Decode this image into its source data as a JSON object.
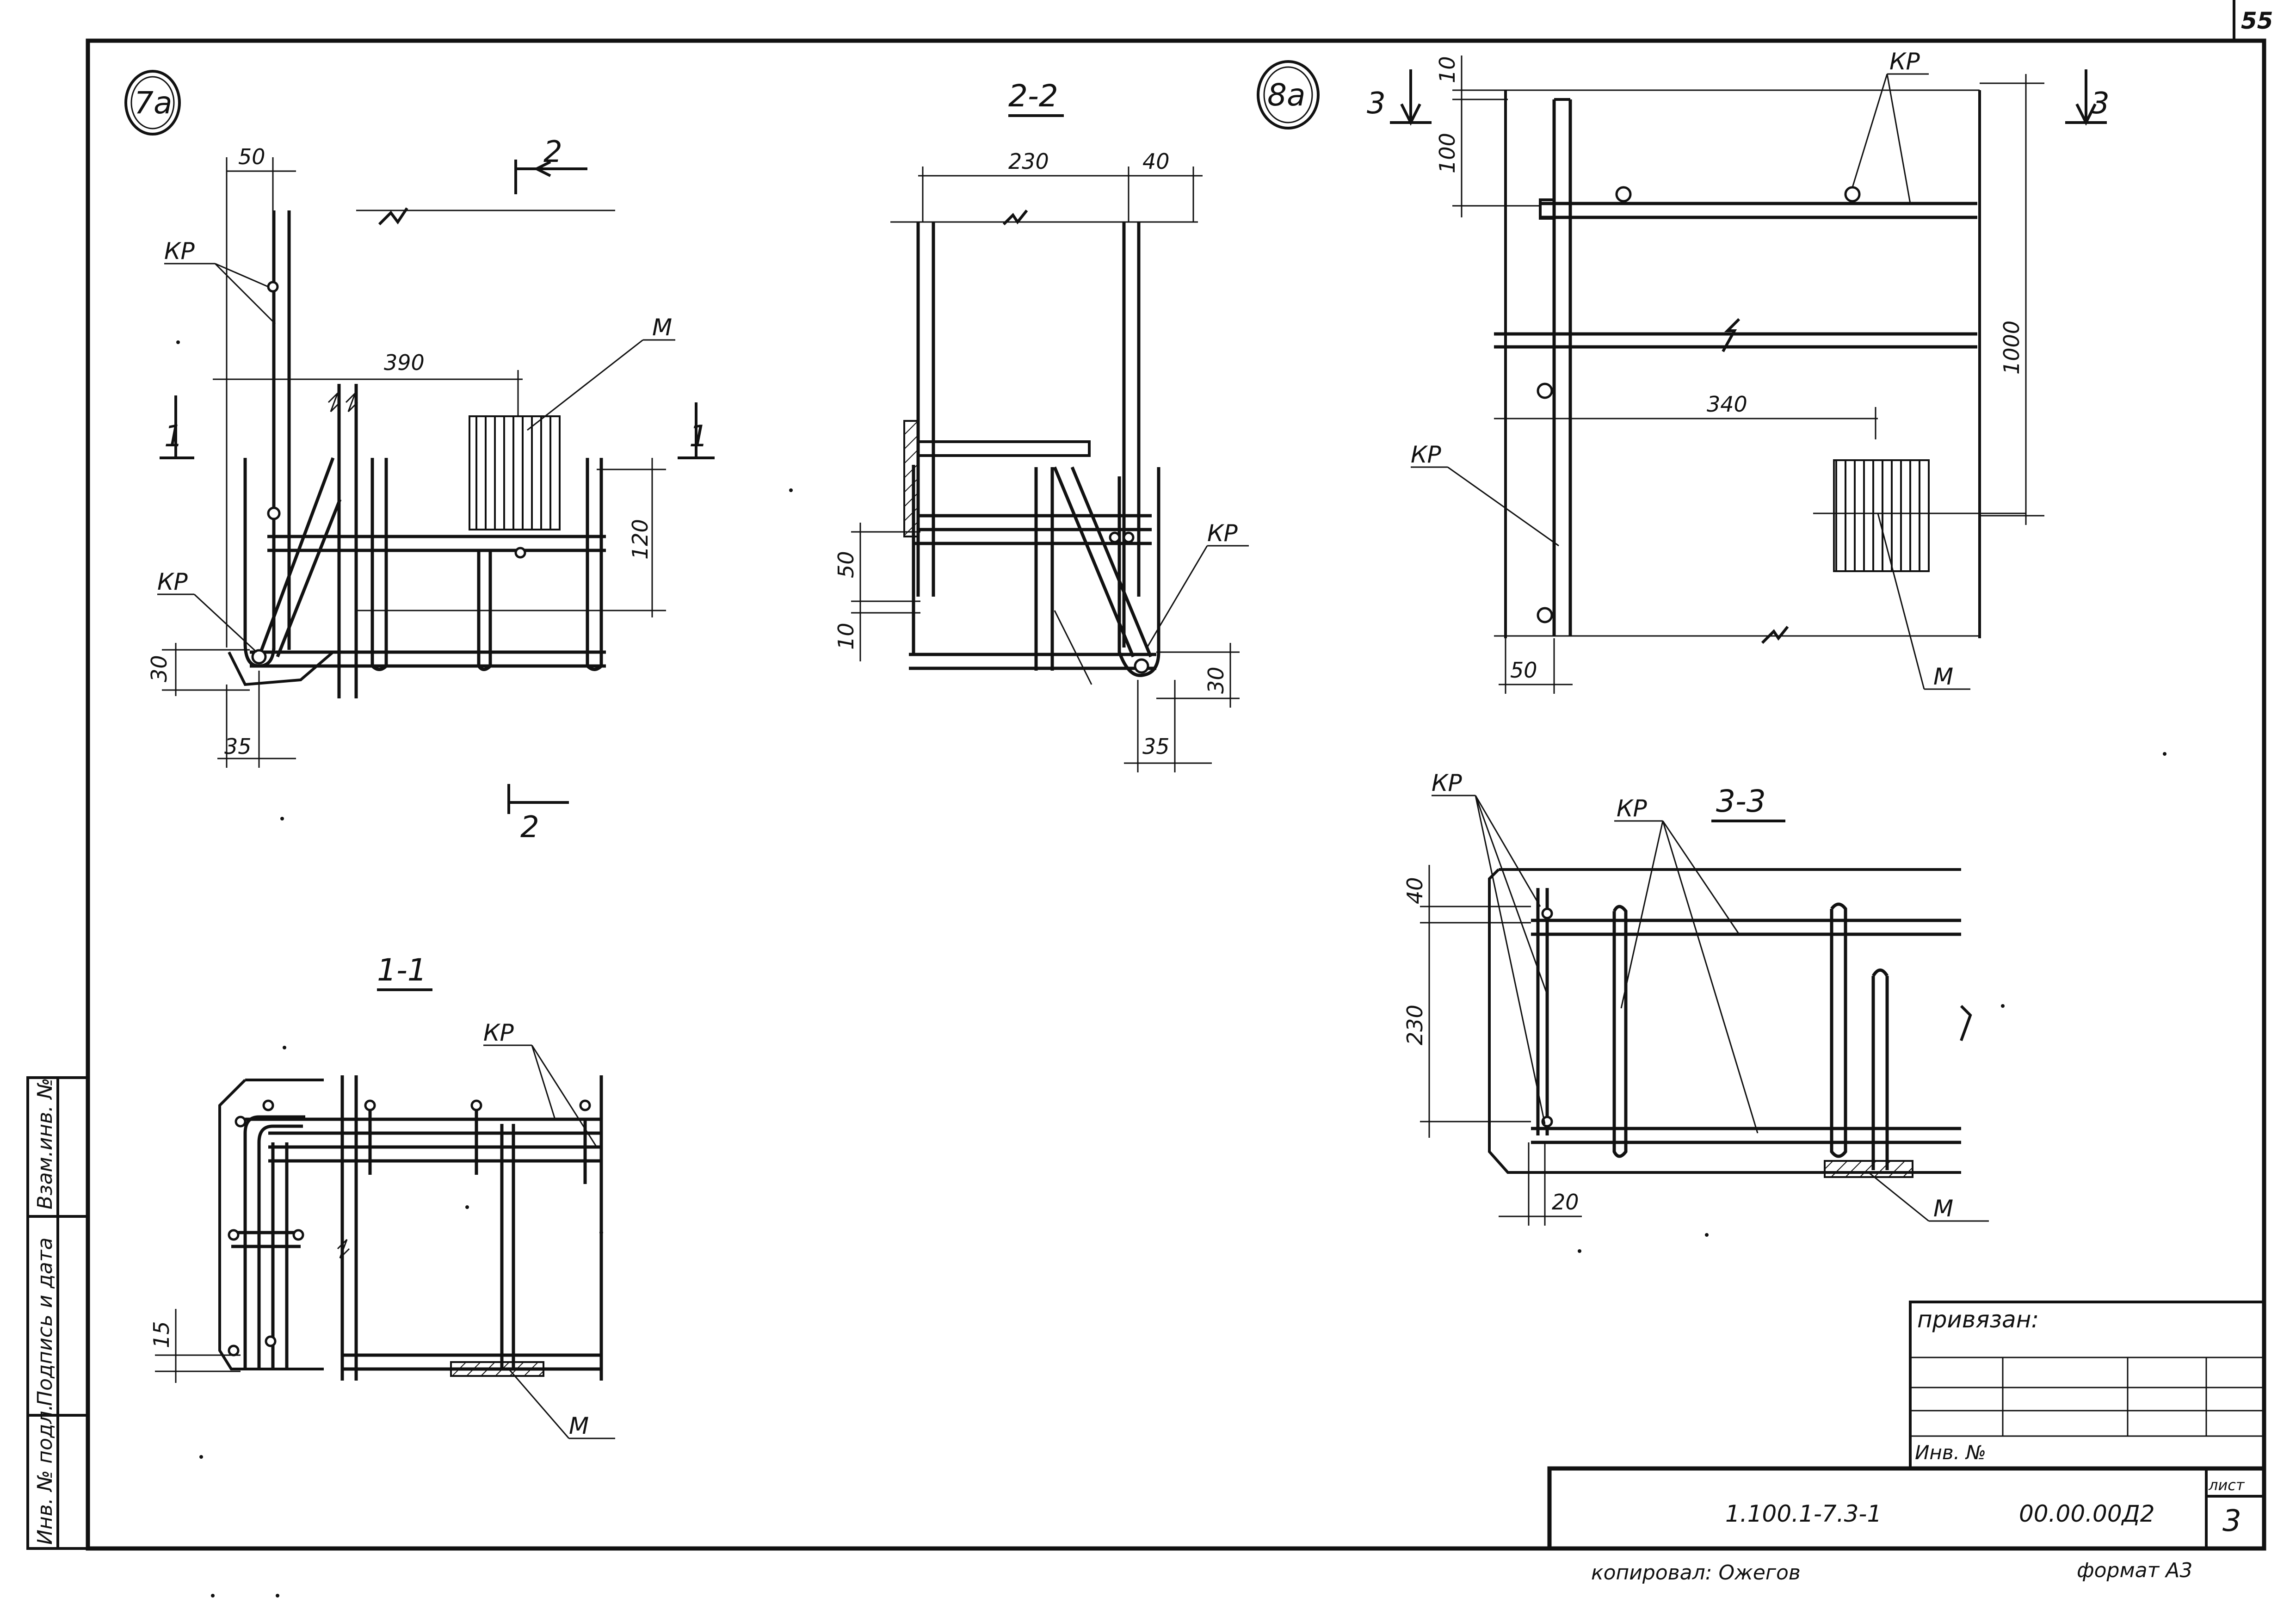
{
  "sheet": {
    "page_number": "55",
    "sheet_label": "лист",
    "sheet_number": "3",
    "series_code": "1.100.1-7.3-1",
    "doc_code": "00.00.00Д2",
    "copied_by": "копировал: Ожегов",
    "format": "формат А3",
    "bound_label": "привязан:",
    "inv_label": "Инв. №"
  },
  "margin_stamp": {
    "field1": "Взам.инв. №",
    "field2": "Подпись и дата",
    "field3": "Инв. № подл."
  },
  "markers": {
    "node_7a": "7а",
    "node_8a": "8а",
    "sec_1": "1",
    "sec_2": "2",
    "sec_3": "3",
    "sec_1_title": "1-1",
    "sec_2_title": "2-2",
    "sec_3_title": "3-3"
  },
  "labels": {
    "kp": "КР",
    "m": "М"
  },
  "dims": {
    "d50": "50",
    "d390": "390",
    "d120": "120",
    "d30": "30",
    "d35": "35",
    "d230": "230",
    "d40": "40",
    "d10": "10",
    "d100": "100",
    "d1000": "1000",
    "d340": "340",
    "d20": "20",
    "d15": "15"
  }
}
